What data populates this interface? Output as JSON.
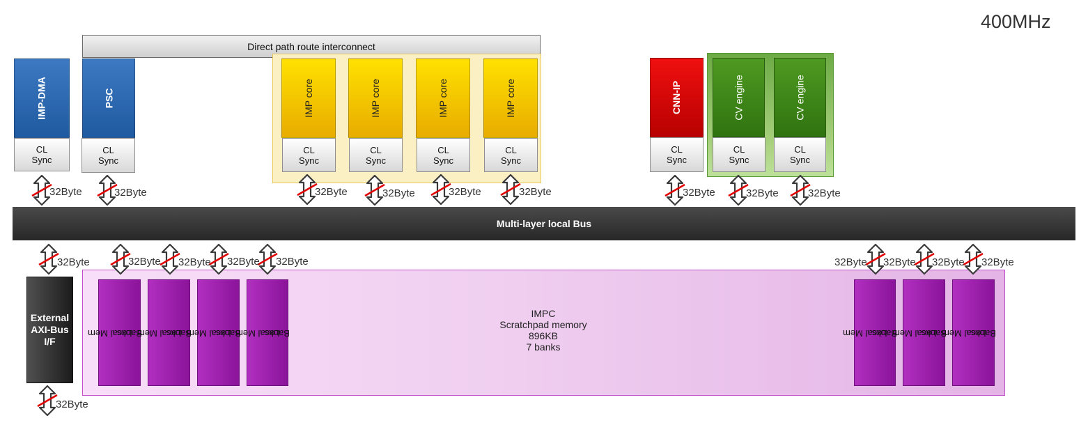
{
  "frequency": "400MHz",
  "interconnect_label": "Direct path route interconnect",
  "bus_label": "Multi-layer local Bus",
  "sync_line1": "CL",
  "sync_line2": "Sync",
  "width_label": "32Byte",
  "blocks": {
    "imp_dma": "IMP-DMA",
    "psc": "PSC",
    "imp_core": "IMP core",
    "cnn_ip": "CNN-IP",
    "cv_engine": "CV engine"
  },
  "scratchpad": {
    "line1": "IMPC",
    "line2": "Scratchpad memory",
    "line3": "896KB",
    "line4": "7 banks"
  },
  "mem_bank_line1": "Local Mem",
  "mem_bank_line2": "Banks",
  "external": {
    "line1": "External",
    "line2": "AXI-Bus",
    "line3": "I/F"
  },
  "colors": {
    "blue": "#2a66ad",
    "yellow": "#f5c800",
    "red": "#d80000",
    "green": "#3f8a1a",
    "purple": "#9b1fad",
    "bus": "#333333",
    "strike": "#e00000"
  }
}
